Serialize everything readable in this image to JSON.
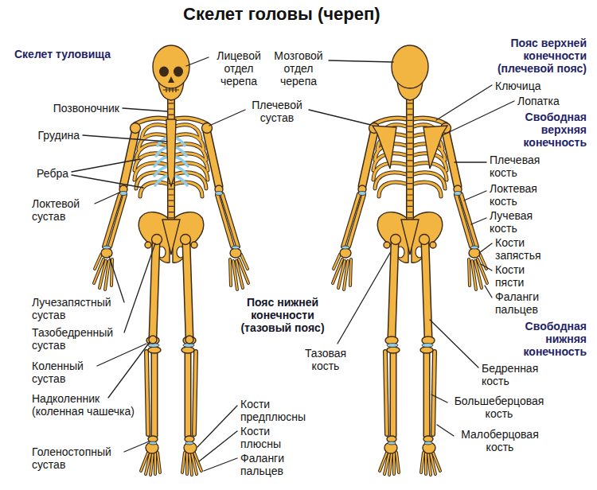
{
  "diagram": {
    "title": "Скелет головы (череп)",
    "labels": [
      "Скелет туловища",
      "Лицевой отдел черепа",
      "Мозговой отдел черепа",
      "Пояс верхней конечности (плечевой пояс)",
      "Ключица",
      "Позвоночник",
      "Плечевой сустав",
      "Лопатка",
      "Грудина",
      "Свободная верхняя конечность",
      "Плечевая кость",
      "Ребра",
      "Локтевая кость",
      "Локтевой сустав",
      "Лучевая кость",
      "Кости запястья",
      "Кости пясти",
      "Фаланги пальцев",
      "Лучезапястный сустав",
      "Пояс нижней конечности (тазовый пояс)",
      "Тазобедренный сустав",
      "Свободная нижняя конечность",
      "Тазовая кость",
      "Коленный сустав",
      "Бедренная кость",
      "Надколенник (коленная чашечка)",
      "Большеберцовая кость",
      "Кости предплюсны",
      "Кости плюсны",
      "Малоберцовая кость",
      "Голеностопный сустав",
      "Фаланги пальцев"
    ]
  }
}
